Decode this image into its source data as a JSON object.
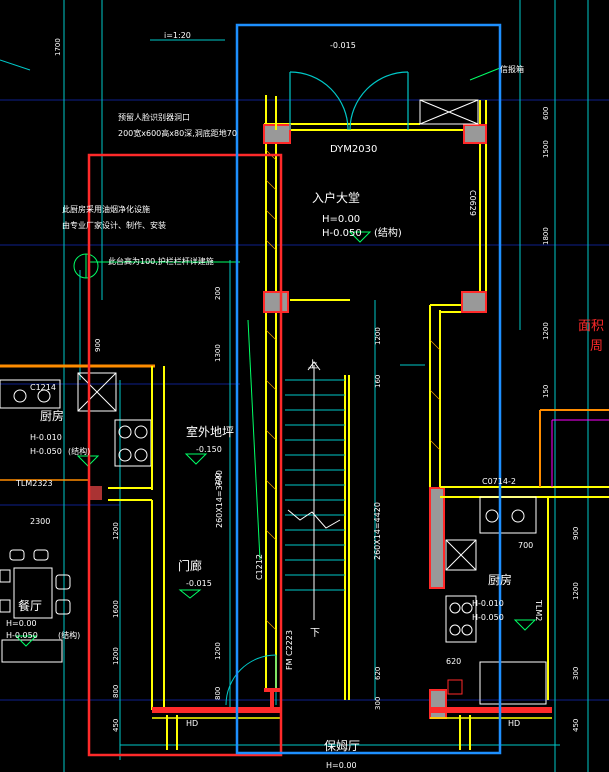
{
  "rooms": {
    "lobby": "入户大堂",
    "lobby_h1": "H=0.00",
    "lobby_h2": "H-0.050",
    "lobby_struct": "(结构)",
    "kitchen_left": "厨房",
    "kitchen_left_h1": "H-0.010",
    "kitchen_left_h2": "H-0.050",
    "kitchen_left_struct": "(结构)",
    "outdoor": "室外地坪",
    "outdoor_level": "-0.150",
    "corridor": "门廊",
    "corridor_level": "-0.015",
    "dining": "餐厅",
    "dining_h1": "H=0.00",
    "dining_h2": "H-0.050",
    "dining_struct": "(结构)",
    "kitchen_right": "厨房",
    "kitchen_right_h1": "H-0.010",
    "kitchen_right_h2": "H-0.050",
    "bottom_hall": "保姆厅",
    "bottom_level": "H=0.00"
  },
  "notes": {
    "vent": "预留人脸识别器洞口",
    "vent_dims": "200宽x600高x80深,洞底距地70",
    "kitchen_exhaust": "此厨房采用油烟净化设施",
    "exhaust_detail": "由专业厂家设计、制作、安装",
    "step_note": "此台高为100,护栏栏杆详建施",
    "slope": "i=1:20",
    "box": "信报箱",
    "area_a": "面积",
    "area_b": "周"
  },
  "labels": {
    "door": "DYM2030",
    "top_level": "-0.015",
    "window_right": "C0629",
    "c1214": "C1214",
    "tlm": "TLM2323",
    "c0714": "C0714-2",
    "c1212": "C1212",
    "mc": "FM C2223",
    "tlm_r": "TLM2",
    "up": "上",
    "down": "下",
    "hd1": "HD",
    "hd2": "HD",
    "stair_dim": "260X14=4420",
    "stair_dim2": "260X14=3640",
    "d2300": "2300"
  },
  "dims_left": [
    "1700",
    "900",
    "1200",
    "1600",
    "1200",
    "800",
    "450"
  ],
  "dims_right": [
    "600",
    "1500",
    "1800",
    "1200",
    "160",
    "150",
    "620",
    "300"
  ],
  "dims_far_right": [
    "1200",
    "900",
    "1200",
    "300",
    "450"
  ],
  "dims_inner": [
    "200",
    "1300",
    "200",
    "1200",
    "800"
  ],
  "dim_marks": [
    "700",
    "620"
  ],
  "colors": {
    "red_outline": "#ff2a2a",
    "blue_outline": "#1e90ff",
    "wall_yellow": "#ffff00",
    "dim_cyan": "#00c8c8",
    "green": "#00ff66"
  }
}
